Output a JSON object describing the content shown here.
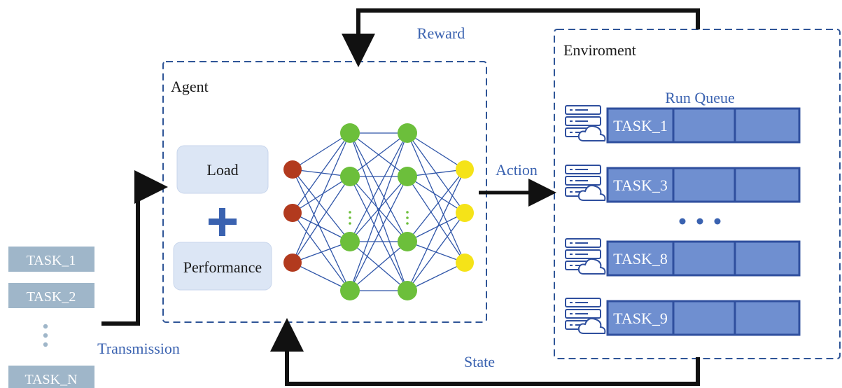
{
  "labels": {
    "reward": "Reward",
    "state": "State",
    "action": "Action",
    "transmission": "Transmission",
    "agent": "Agent",
    "environment": "Enviroment",
    "run_queue": "Run Queue"
  },
  "agent": {
    "load": "Load",
    "performance": "Performance",
    "plus": "+"
  },
  "input_tasks": [
    "TASK_1",
    "TASK_2",
    "TASK_N"
  ],
  "queue_tasks": [
    "TASK_1",
    "TASK_3",
    "TASK_8",
    "TASK_9"
  ],
  "network": {
    "layers": [
      3,
      4,
      4,
      3
    ],
    "layer_colors": [
      "#b23a1e",
      "#6cbf3b",
      "#6cbf3b",
      "#f5e318"
    ]
  },
  "icons": [
    "server-cloud-icon"
  ],
  "colors": {
    "dashed_border": "#2f5597",
    "arrow": "#111111",
    "queue_fill": "#6f8fd0",
    "queue_border": "#2f4f9e",
    "input_task_fill": "#9fb6c9",
    "agent_box_fill": "#dce6f5",
    "plus": "#3a62b0",
    "edge": "#2f55a8"
  }
}
